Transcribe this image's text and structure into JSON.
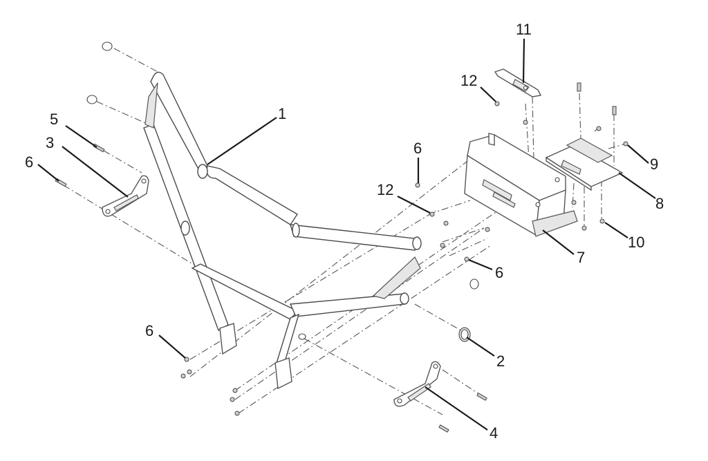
{
  "diagram": {
    "callouts": [
      {
        "id": "c1",
        "text": "1"
      },
      {
        "id": "c2",
        "text": "2"
      },
      {
        "id": "c3",
        "text": "3"
      },
      {
        "id": "c4",
        "text": "4"
      },
      {
        "id": "c5",
        "text": "5"
      },
      {
        "id": "c6a",
        "text": "6"
      },
      {
        "id": "c6b",
        "text": "6"
      },
      {
        "id": "c6c",
        "text": "6"
      },
      {
        "id": "c6d",
        "text": "6"
      },
      {
        "id": "c7",
        "text": "7"
      },
      {
        "id": "c8",
        "text": "8"
      },
      {
        "id": "c9",
        "text": "9"
      },
      {
        "id": "c10",
        "text": "10"
      },
      {
        "id": "c11",
        "text": "11"
      },
      {
        "id": "c12a",
        "text": "12"
      },
      {
        "id": "c12b",
        "text": "12"
      }
    ]
  }
}
